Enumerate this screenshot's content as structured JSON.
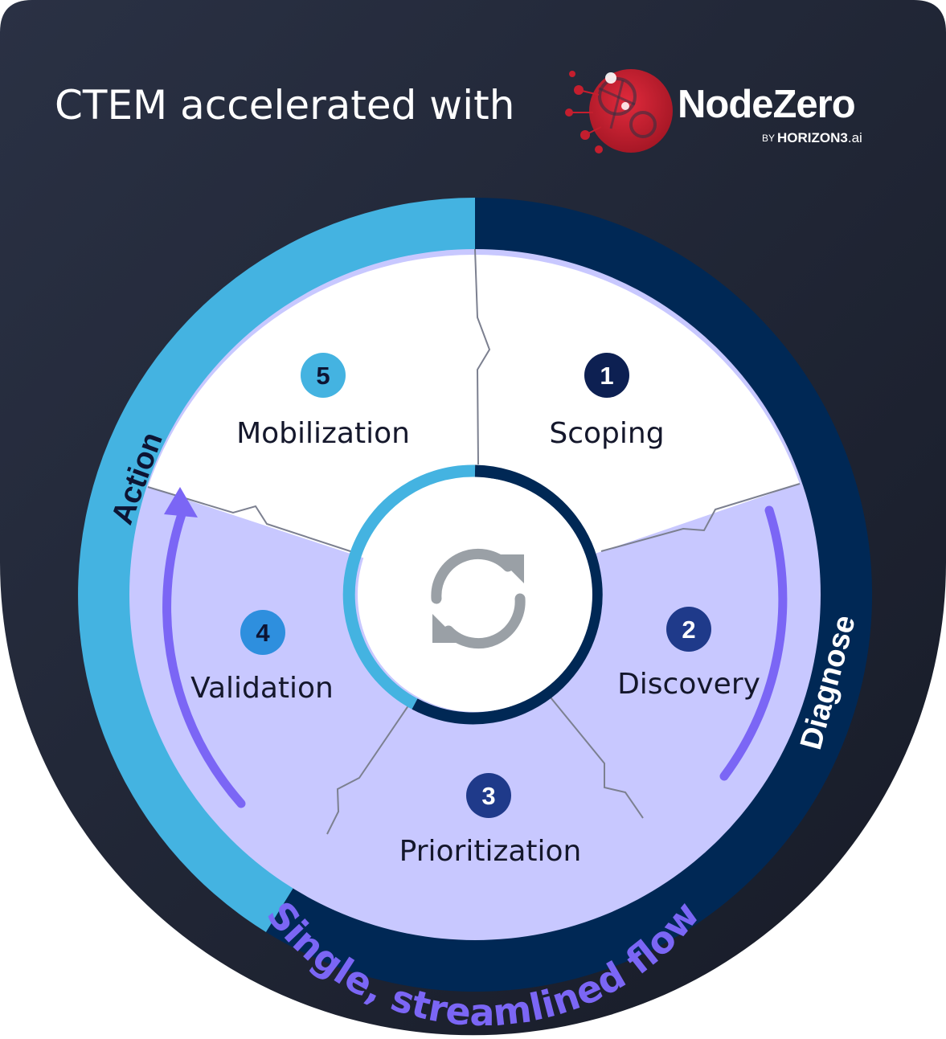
{
  "header": {
    "title": "CTEM accelerated with",
    "brand": {
      "name": "NodeZero",
      "by": "BY",
      "company": "HORIZON3",
      "company_suffix": ".ai",
      "logo_icon": "network-node-logo-icon",
      "logo_color": "#c41e2e"
    }
  },
  "outer_ring": {
    "action_label": "Action",
    "diagnose_label": "Diagnose",
    "action_color": "#44b3e1",
    "diagnose_color": "#002855"
  },
  "stages": [
    {
      "number": "1",
      "label": "Scoping"
    },
    {
      "number": "2",
      "label": "Discovery"
    },
    {
      "number": "3",
      "label": "Prioritization"
    },
    {
      "number": "4",
      "label": "Validation"
    },
    {
      "number": "5",
      "label": "Mobilization"
    }
  ],
  "flow_label": "Single, streamlined flow",
  "center_icon": "refresh-cycle-icon",
  "colors": {
    "background": "#1e2436",
    "white_sector": "#ffffff",
    "lavender_sector": "#c8c8ff",
    "flow_arrow": "#7b66f5",
    "badge_dark": "#0d2052",
    "badge_light": "#44b3e1"
  }
}
